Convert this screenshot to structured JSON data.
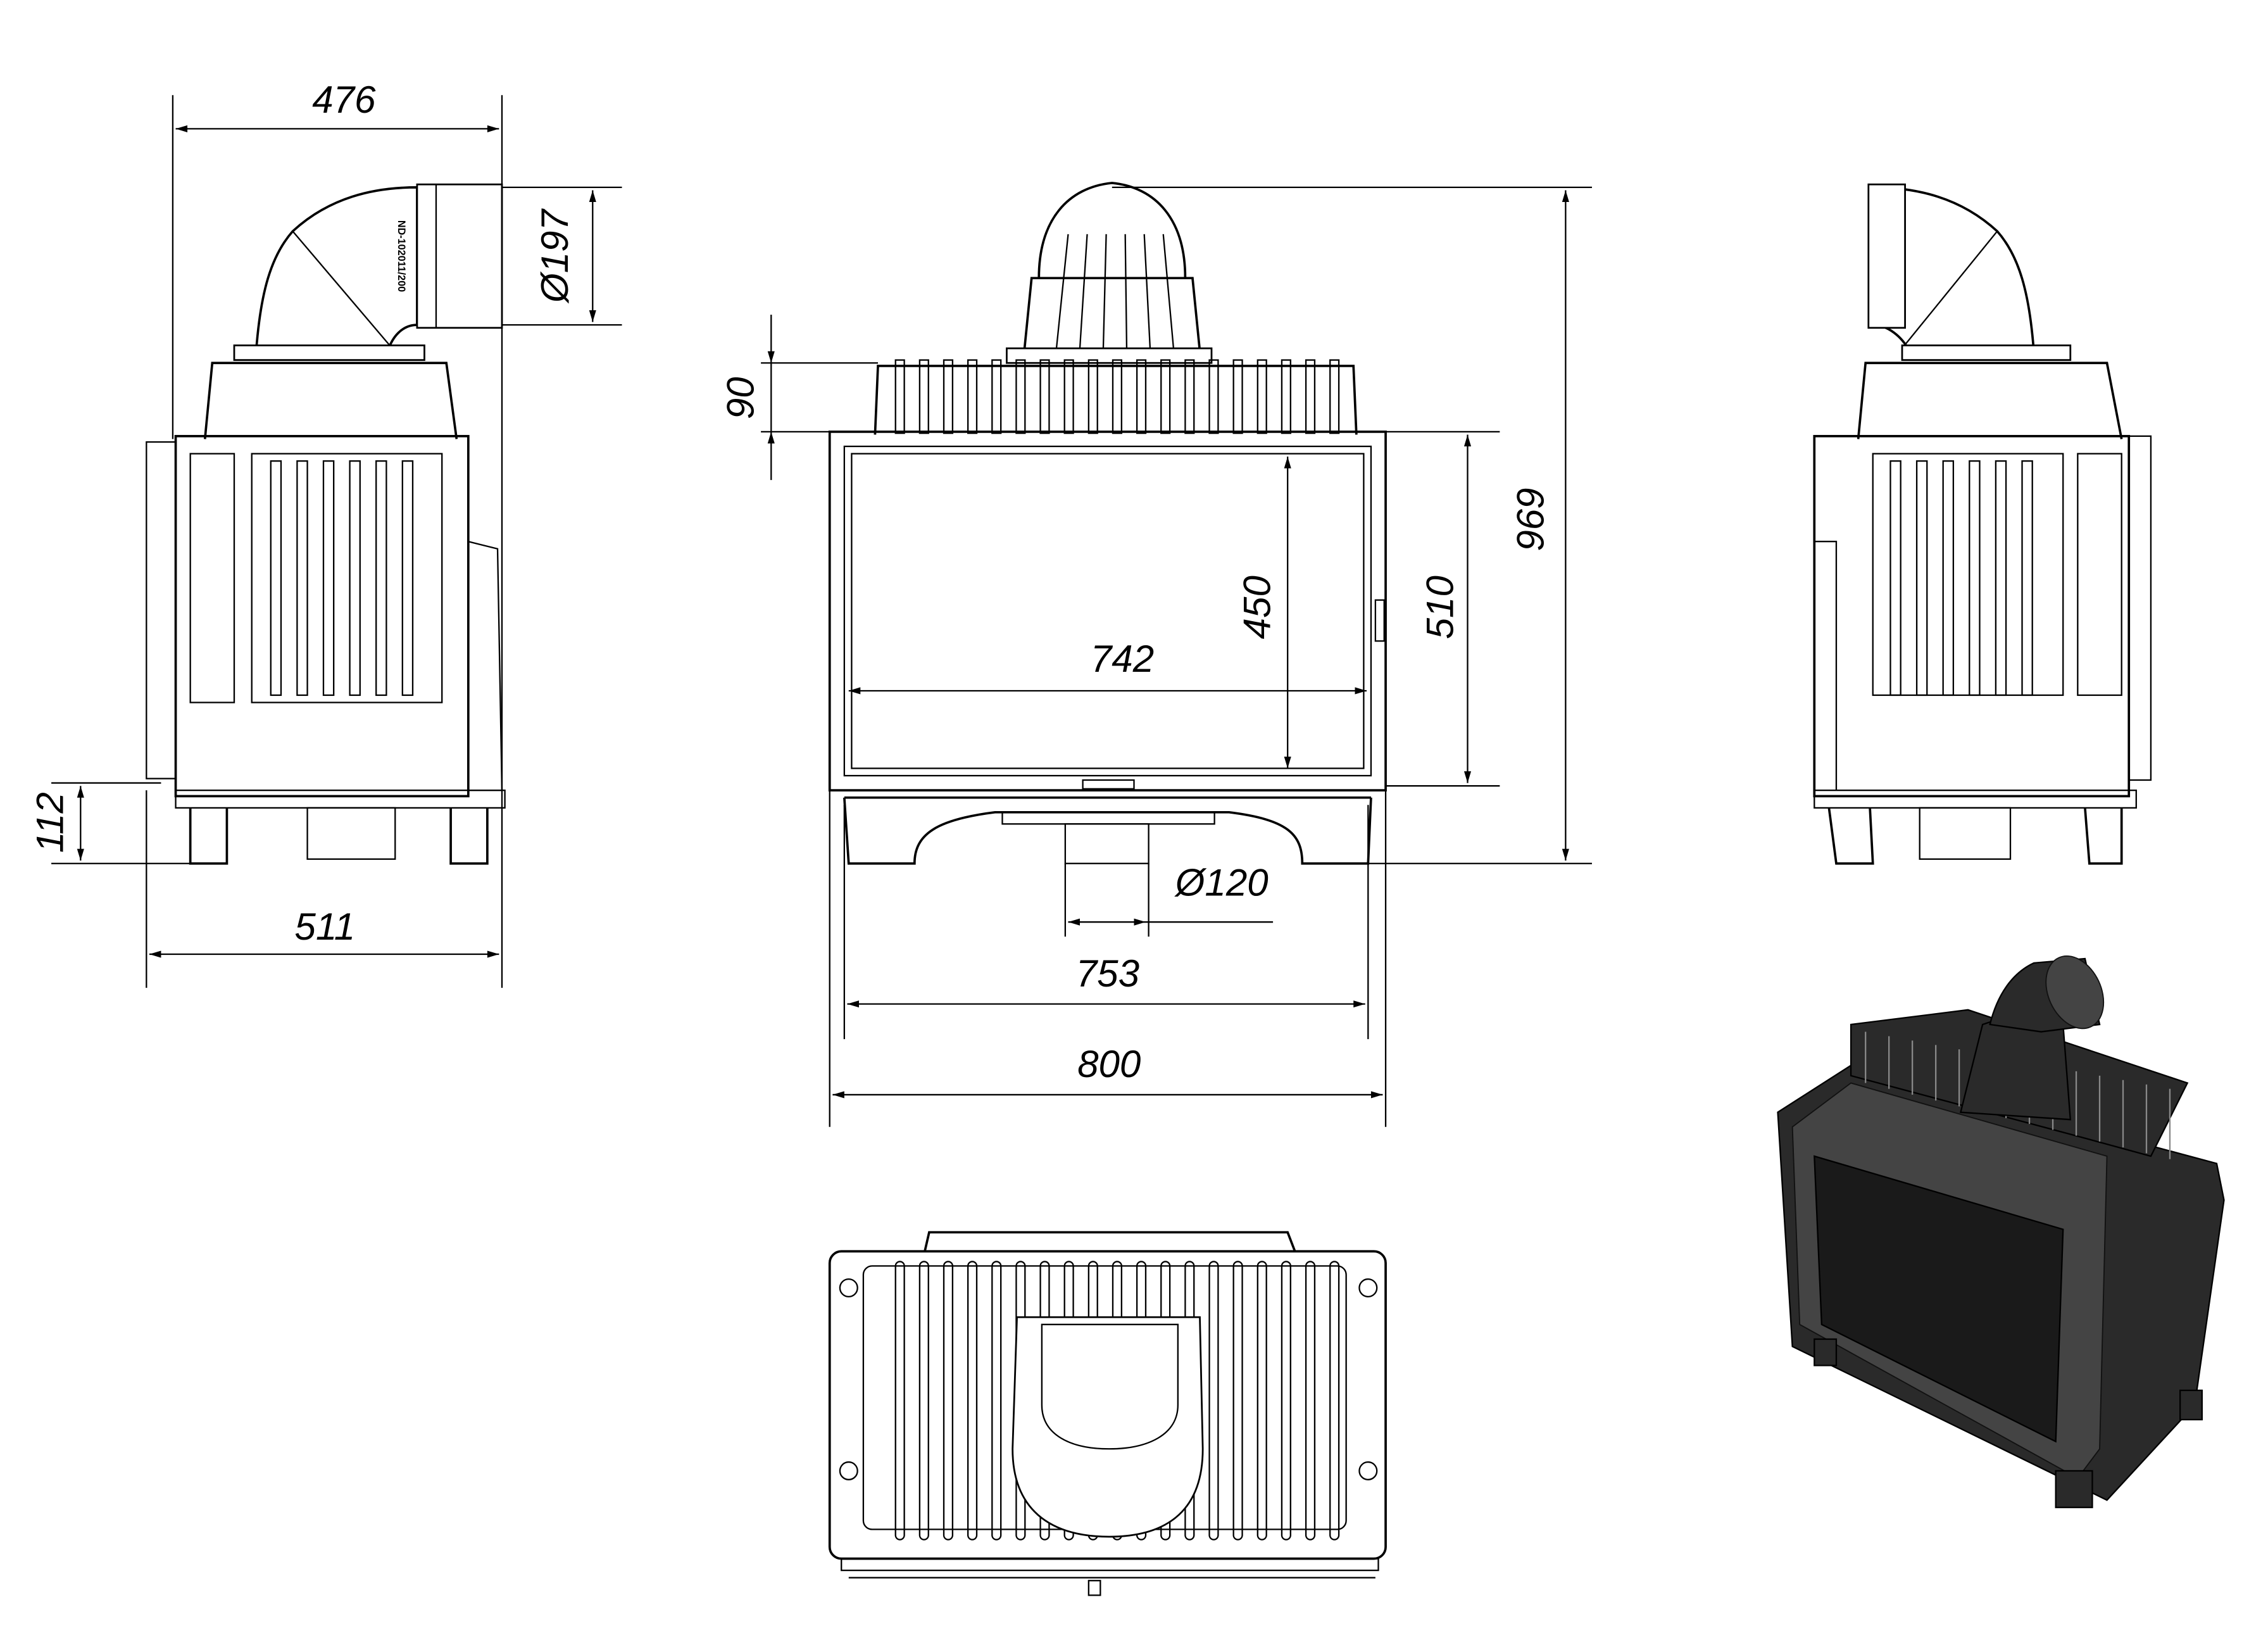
{
  "title": "Fireplace insert technical drawing",
  "dimensions": {
    "side_depth_top": "476",
    "flue_diameter": "Ø197",
    "side_leg_height": "112",
    "side_depth_bottom": "511",
    "top_fins_height": "90",
    "total_height": "969",
    "front_height": "510",
    "glass_height": "450",
    "glass_width": "742",
    "air_inlet_diameter": "Ø120",
    "base_width": "753",
    "total_width": "800"
  },
  "pipe_label": "ND-102011/200",
  "colors": {
    "line": "#000000",
    "render_dark": "#2a2a2a",
    "background": "#ffffff"
  }
}
